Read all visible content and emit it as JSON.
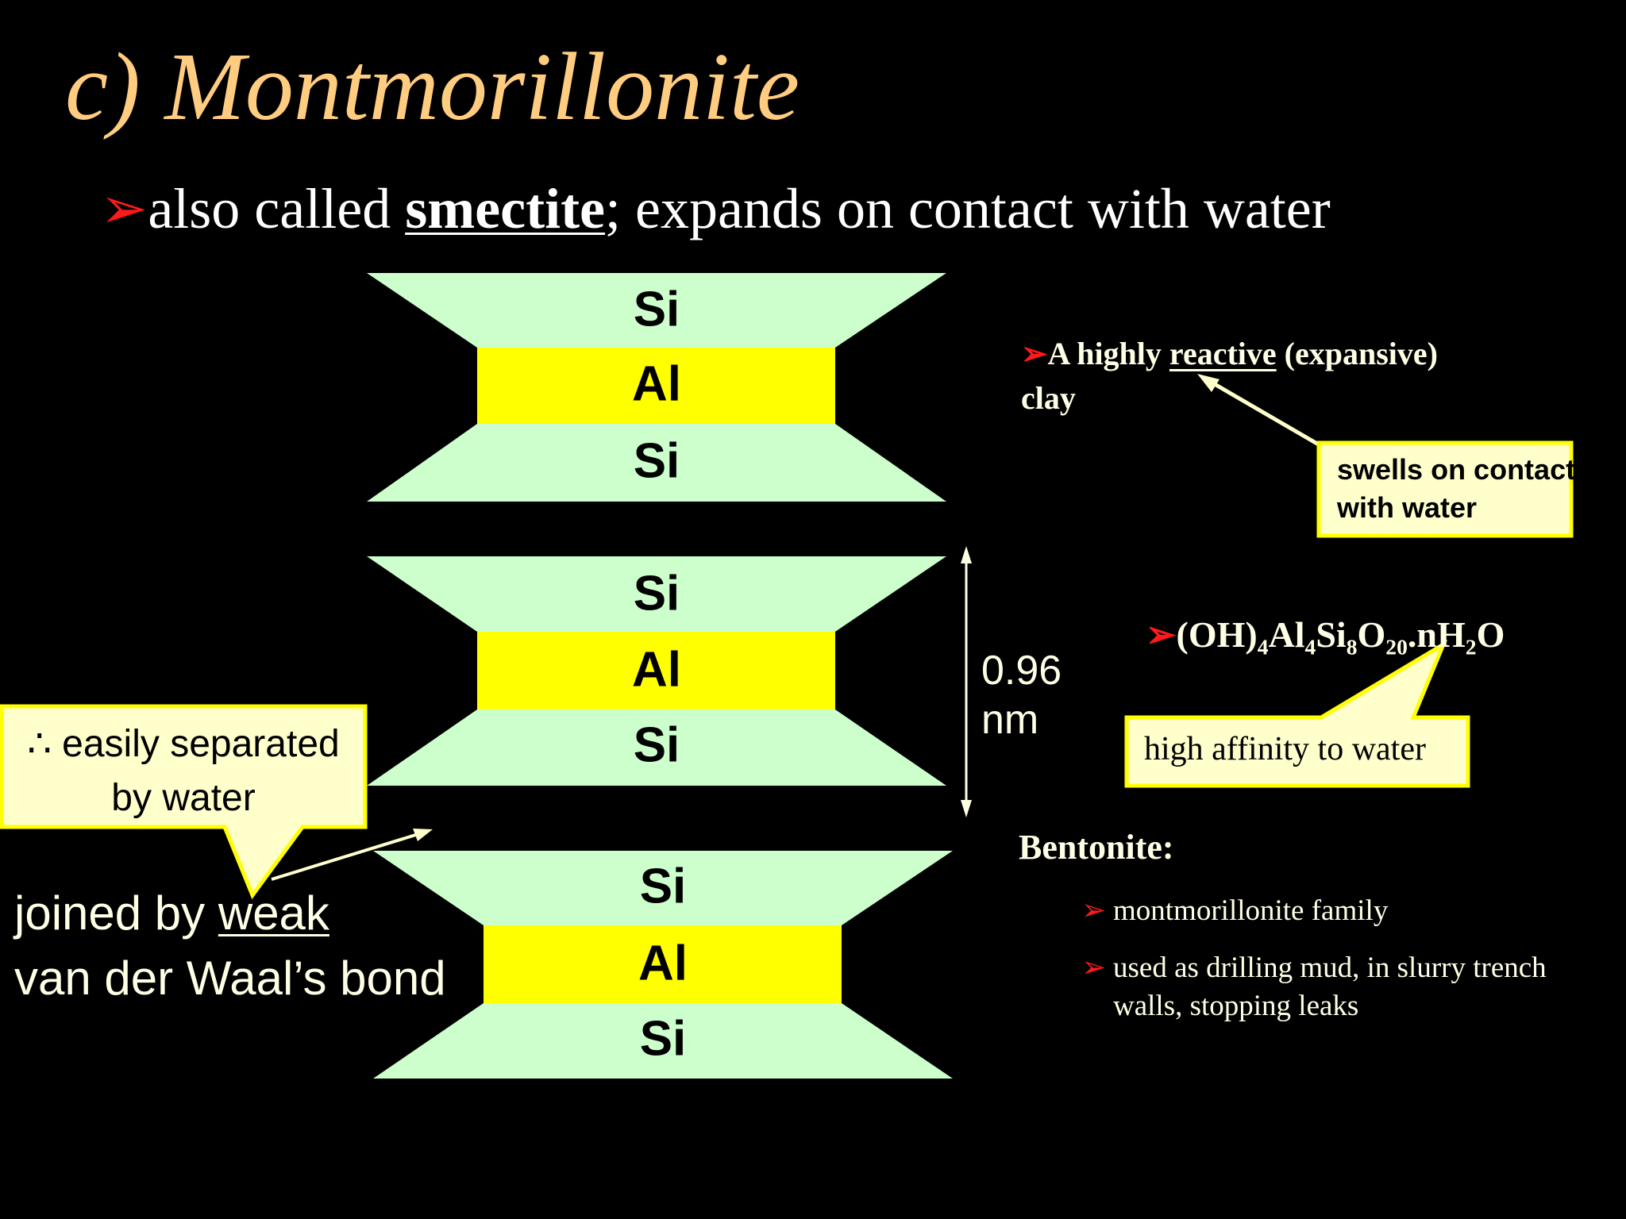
{
  "title": "c) Montmorillonite",
  "bullet_main": {
    "marker": "➢",
    "prefix": "also called ",
    "term": "smectite",
    "suffix": "; expands on contact with water"
  },
  "layers": [
    {
      "top": "Si",
      "middle": "Al",
      "bottom": "Si"
    },
    {
      "top": "Si",
      "middle": "Al",
      "bottom": "Si"
    },
    {
      "top": "Si",
      "middle": "Al",
      "bottom": "Si"
    }
  ],
  "spacing": {
    "line1": "0.96",
    "line2": "nm"
  },
  "reactive_note": {
    "marker": "➢",
    "pre": "A highly ",
    "term": "reactive",
    "post": " (expansive)",
    "line2": "clay"
  },
  "callout_swells": {
    "line1": "swells on contact",
    "line2": "with water"
  },
  "formula": {
    "marker": "➢",
    "p1": "(OH)",
    "s1": "4",
    "p2": "Al",
    "s2": "4",
    "p3": "Si",
    "s3": "8",
    "p4": "O",
    "s4": "20",
    "p5": ".nH",
    "s5": "2",
    "p6": "O"
  },
  "callout_affinity": "high affinity to water",
  "callout_separated": {
    "line1": "∴ easily separated",
    "line2": "by water"
  },
  "bond_label": {
    "pre": "joined by ",
    "term": "weak",
    "line2": "van der Waal’s bond"
  },
  "bentonite": {
    "heading": "Bentonite:",
    "marker": "➢",
    "items": [
      {
        "line1": "montmorillonite family"
      },
      {
        "line1": "used as drilling mud, in slurry trench",
        "line2": "walls, stopping leaks"
      }
    ]
  },
  "colors": {
    "background": "#000000",
    "title": "#ffcc80",
    "silica_sheet": "#ccffcc",
    "alumina_sheet": "#ffff00",
    "callout_fill": "#ffffcc",
    "callout_border": "#ffff00",
    "bullet_marker": "#ff1a1a",
    "text": "#ffffe6"
  }
}
